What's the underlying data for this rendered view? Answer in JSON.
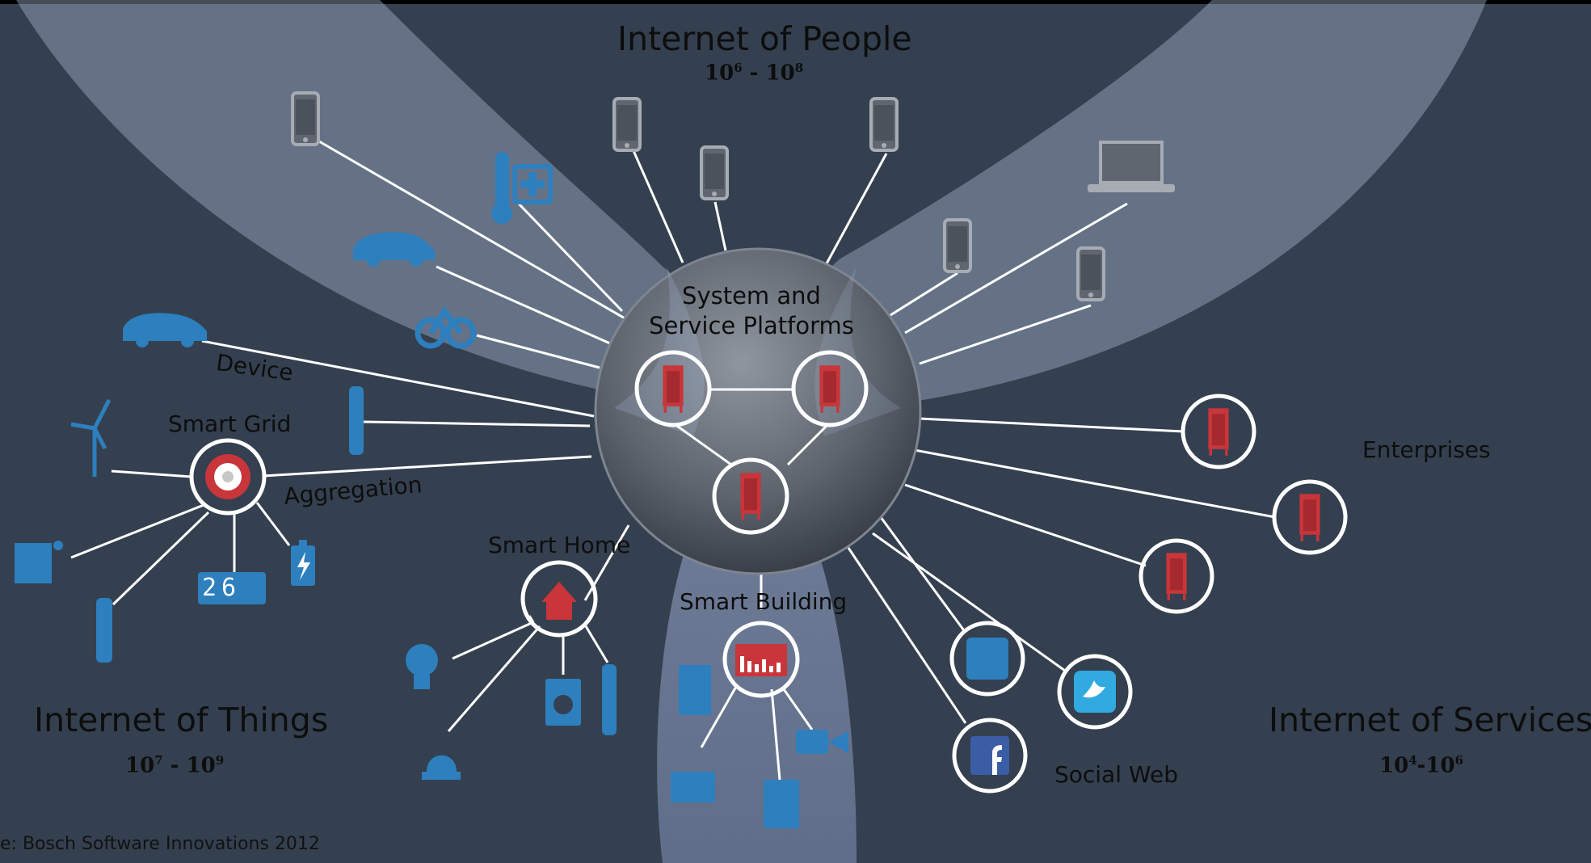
{
  "colors": {
    "background": "#34404f",
    "lobe_fill": "#a9b7d4",
    "accent_red": "#c8353a",
    "device_blue": "#2d7fbe",
    "phone_gray": "#a7acb3",
    "connector": "#ffffff"
  },
  "regions": {
    "people": {
      "title": "Internet of People",
      "range_base_lo": "10",
      "range_exp_lo": "6",
      "range_sep": " - ",
      "range_base_hi": "10",
      "range_exp_hi": "8"
    },
    "things": {
      "title": "Internet of Things",
      "range_base_lo": "10",
      "range_exp_lo": "7",
      "range_sep": " - ",
      "range_base_hi": "10",
      "range_exp_hi": "9"
    },
    "services": {
      "title": "Internet of Services",
      "range_base_lo": "10",
      "range_exp_lo": "4",
      "range_sep": "-",
      "range_base_hi": "10",
      "range_exp_hi": "6"
    }
  },
  "center": {
    "title_line1": "System and",
    "title_line2": "Service Platforms"
  },
  "labels": {
    "device": "Device",
    "smart_grid": "Smart Grid",
    "aggregation": "Aggregation",
    "smart_home": "Smart Home",
    "smart_building": "Smart Building",
    "enterprises": "Enterprises",
    "social_web": "Social Web",
    "meter_reading": "26",
    "source": "e: Bosch Software Innovations 2012"
  },
  "icons": {
    "center_nodes": "server-icon",
    "enterprise_nodes": "server-icon",
    "people_devices": [
      "smartphone-icon",
      "laptop-icon"
    ],
    "things_devices": [
      "thermometer-icon",
      "medical-cross-icon",
      "car-icon",
      "electric-car-icon",
      "bicycle-icon",
      "wind-turbine-icon",
      "solar-panel-icon",
      "battery-icon",
      "meter-icon",
      "sensor-icon"
    ],
    "home_devices": [
      "house-icon",
      "light-bulb-icon",
      "washing-machine-icon",
      "alarm-light-icon"
    ],
    "building_devices": [
      "chart-icon",
      "door-icon",
      "radiator-icon",
      "freezer-icon",
      "camera-icon"
    ],
    "social": [
      "google-plus-icon",
      "twitter-icon",
      "facebook-icon"
    ]
  }
}
